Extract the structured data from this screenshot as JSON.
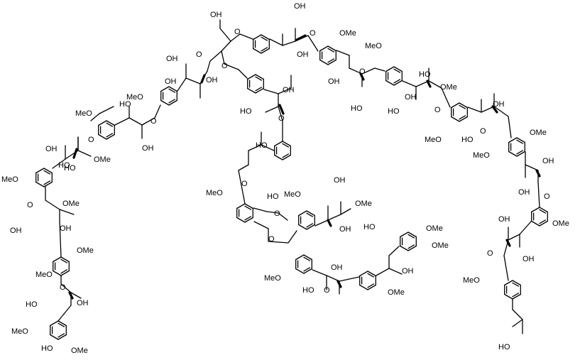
{
  "ring_oxygen": "O",
  "hydroxyl": "OH",
  "hydroxyl_rev": "HO",
  "methoxy": "OMe",
  "methoxy_rev": "MeO"
}
